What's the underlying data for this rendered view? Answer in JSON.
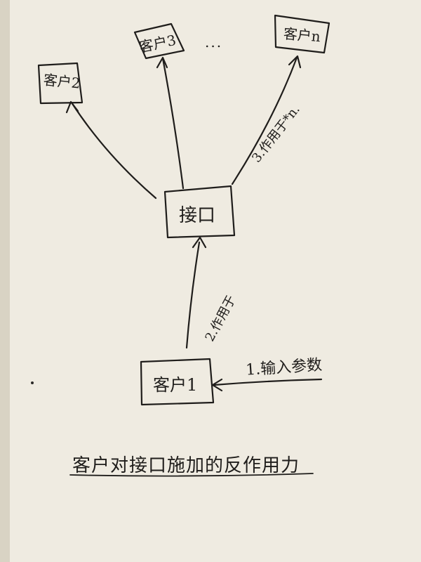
{
  "diagram": {
    "nodes": {
      "client2": "客户2",
      "client3": "客户3",
      "clientn": "客户n",
      "interface": "接口",
      "client1": "客户1"
    },
    "ellipsis": "...",
    "edges": {
      "step1": "1.输入参数",
      "step2": "2.作用于",
      "step3": "3.作用于*n."
    },
    "caption": "客户对接口施加的反作用力"
  }
}
